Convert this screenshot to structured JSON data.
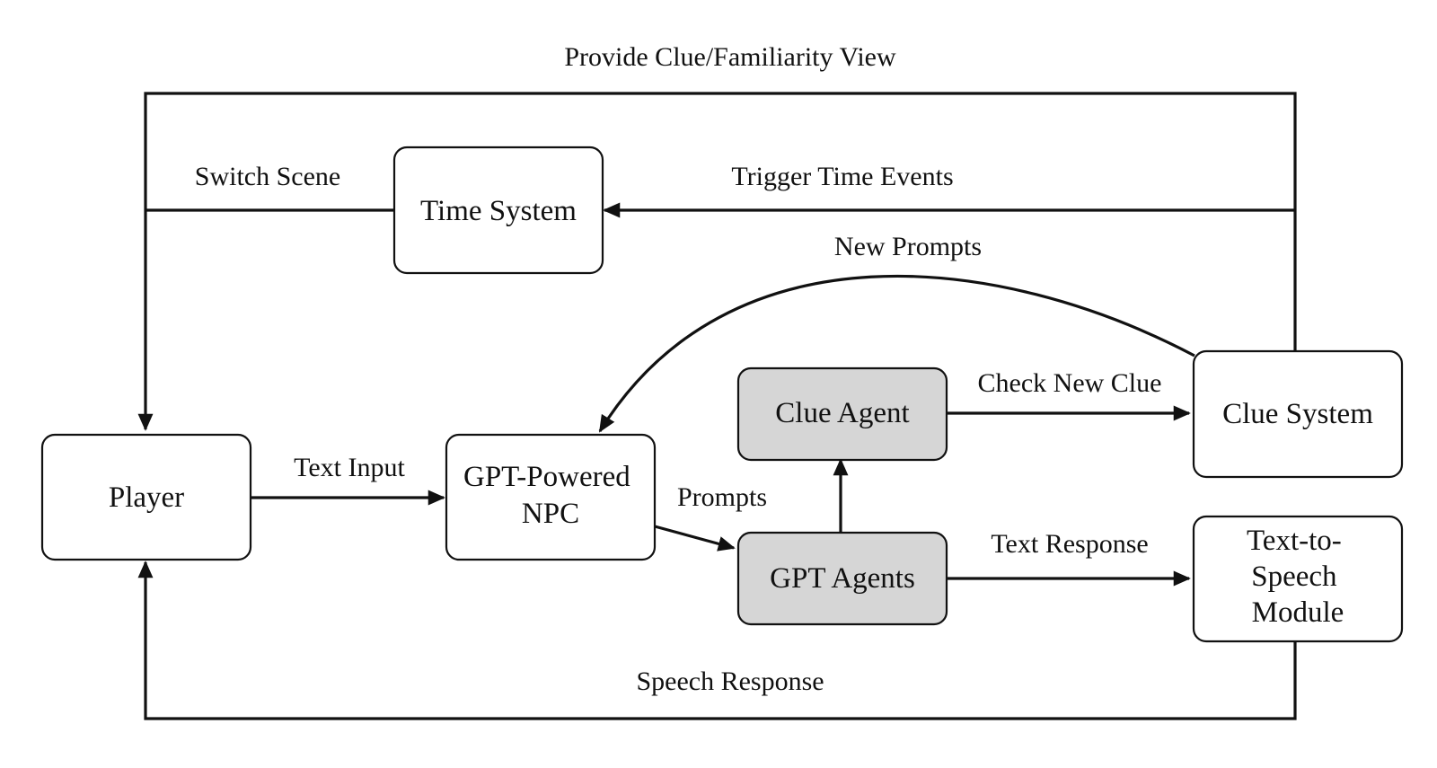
{
  "colors": {
    "line": "#111111",
    "node_fill": "#ffffff",
    "agent_fill": "#d6d6d6"
  },
  "nodes": {
    "player": {
      "lines": [
        "Player"
      ]
    },
    "gpt_npc": {
      "lines": [
        "GPT-Powered",
        "NPC"
      ]
    },
    "time_system": {
      "lines": [
        "Time System"
      ]
    },
    "clue_agent": {
      "lines": [
        "Clue Agent"
      ]
    },
    "gpt_agents": {
      "lines": [
        "GPT Agents"
      ]
    },
    "clue_system": {
      "lines": [
        "Clue System"
      ]
    },
    "tts_module": {
      "lines": [
        "Text-to-",
        "Speech",
        "Module"
      ]
    }
  },
  "edges": {
    "provide_clue": "Provide Clue/Familiarity View",
    "switch_scene": "Switch Scene",
    "trigger_time": "Trigger Time Events",
    "new_prompts": "New Prompts",
    "check_clue": "Check New Clue",
    "text_input": "Text Input",
    "prompts": "Prompts",
    "text_response": "Text Response",
    "speech_response": "Speech Response"
  }
}
